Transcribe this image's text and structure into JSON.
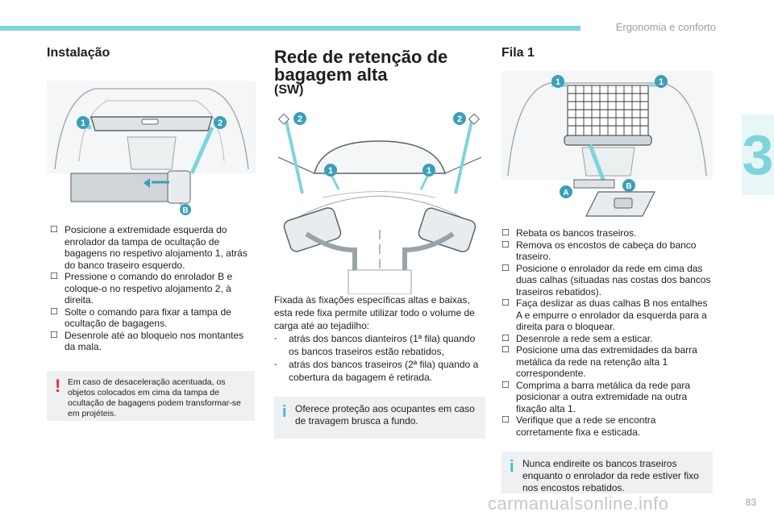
{
  "header": {
    "section": "Ergonomia e conforto",
    "chapter": "3",
    "page": "83"
  },
  "col1": {
    "title": "Instalação",
    "bullets": [
      "Posicione a extremidade esquerda do enrolador da tampa de ocultação de bagagens no respetivo alojamento 1, atrás do banco traseiro esquerdo.",
      "Pressione o comando do enrolador B e coloque-o no respetivo alojamento 2, à direita.",
      "Solte o comando para fixar a tampa de ocultação de bagagens.",
      "Desenrole até ao bloqueio nos montantes da mala."
    ],
    "warning": "Em caso de desaceleração acentuada, os objetos colocados em cima da tampa de ocultação de bagagens podem transformar-se em projéteis.",
    "fig_labels": [
      "1",
      "2",
      "B"
    ]
  },
  "col2": {
    "title_line1": "Rede de retenção de",
    "title_line2": "bagagem alta",
    "subtitle": "(SW)",
    "intro": "Fixada às fixações específicas altas e baixas, esta rede fixa permite utilizar todo o volume de carga até ao tejadilho:",
    "dashes": [
      "atrás dos bancos dianteiros (1ª fila) quando os bancos traseiros estão rebatidos,",
      "atrás dos bancos traseiros (2ª fila) quando a cobertura da bagagem é retirada."
    ],
    "info": "Oferece proteção aos ocupantes em caso de travagem brusca a fundo.",
    "fig_labels": [
      "2",
      "2",
      "1",
      "1"
    ]
  },
  "col3": {
    "title": "Fila 1",
    "bullets": [
      "Rebata os bancos traseiros.",
      "Remova os encostos de cabeça do banco traseiro.",
      "Posicione o enrolador da rede em cima das duas calhas (situadas nas costas dos bancos traseiros rebatidos).",
      "Faça deslizar as duas calhas B nos entalhes A e empurre o enrolador da esquerda para a direita para o bloquear.",
      "Desenrole a rede sem a esticar.",
      "Posicione uma das extremidades da barra metálica da rede na retenção alta 1 correspondente.",
      "Comprima a barra metálica da rede para posicionar a outra extremidade na outra fixação alta 1.",
      "Verifique que a rede se encontra corretamente fixa e esticada."
    ],
    "info": "Nunca endireite os bancos traseiros enquanto o enrolador da rede estiver fixo nos encostos rebatidos.",
    "fig_labels": [
      "1",
      "1",
      "A",
      "B"
    ]
  },
  "watermark": "carmanualsonline.info",
  "colors": {
    "accent": "#7fd3dc",
    "badge": "#3b9fb6",
    "warn": "#e0303a",
    "info": "#3ab9d1"
  }
}
